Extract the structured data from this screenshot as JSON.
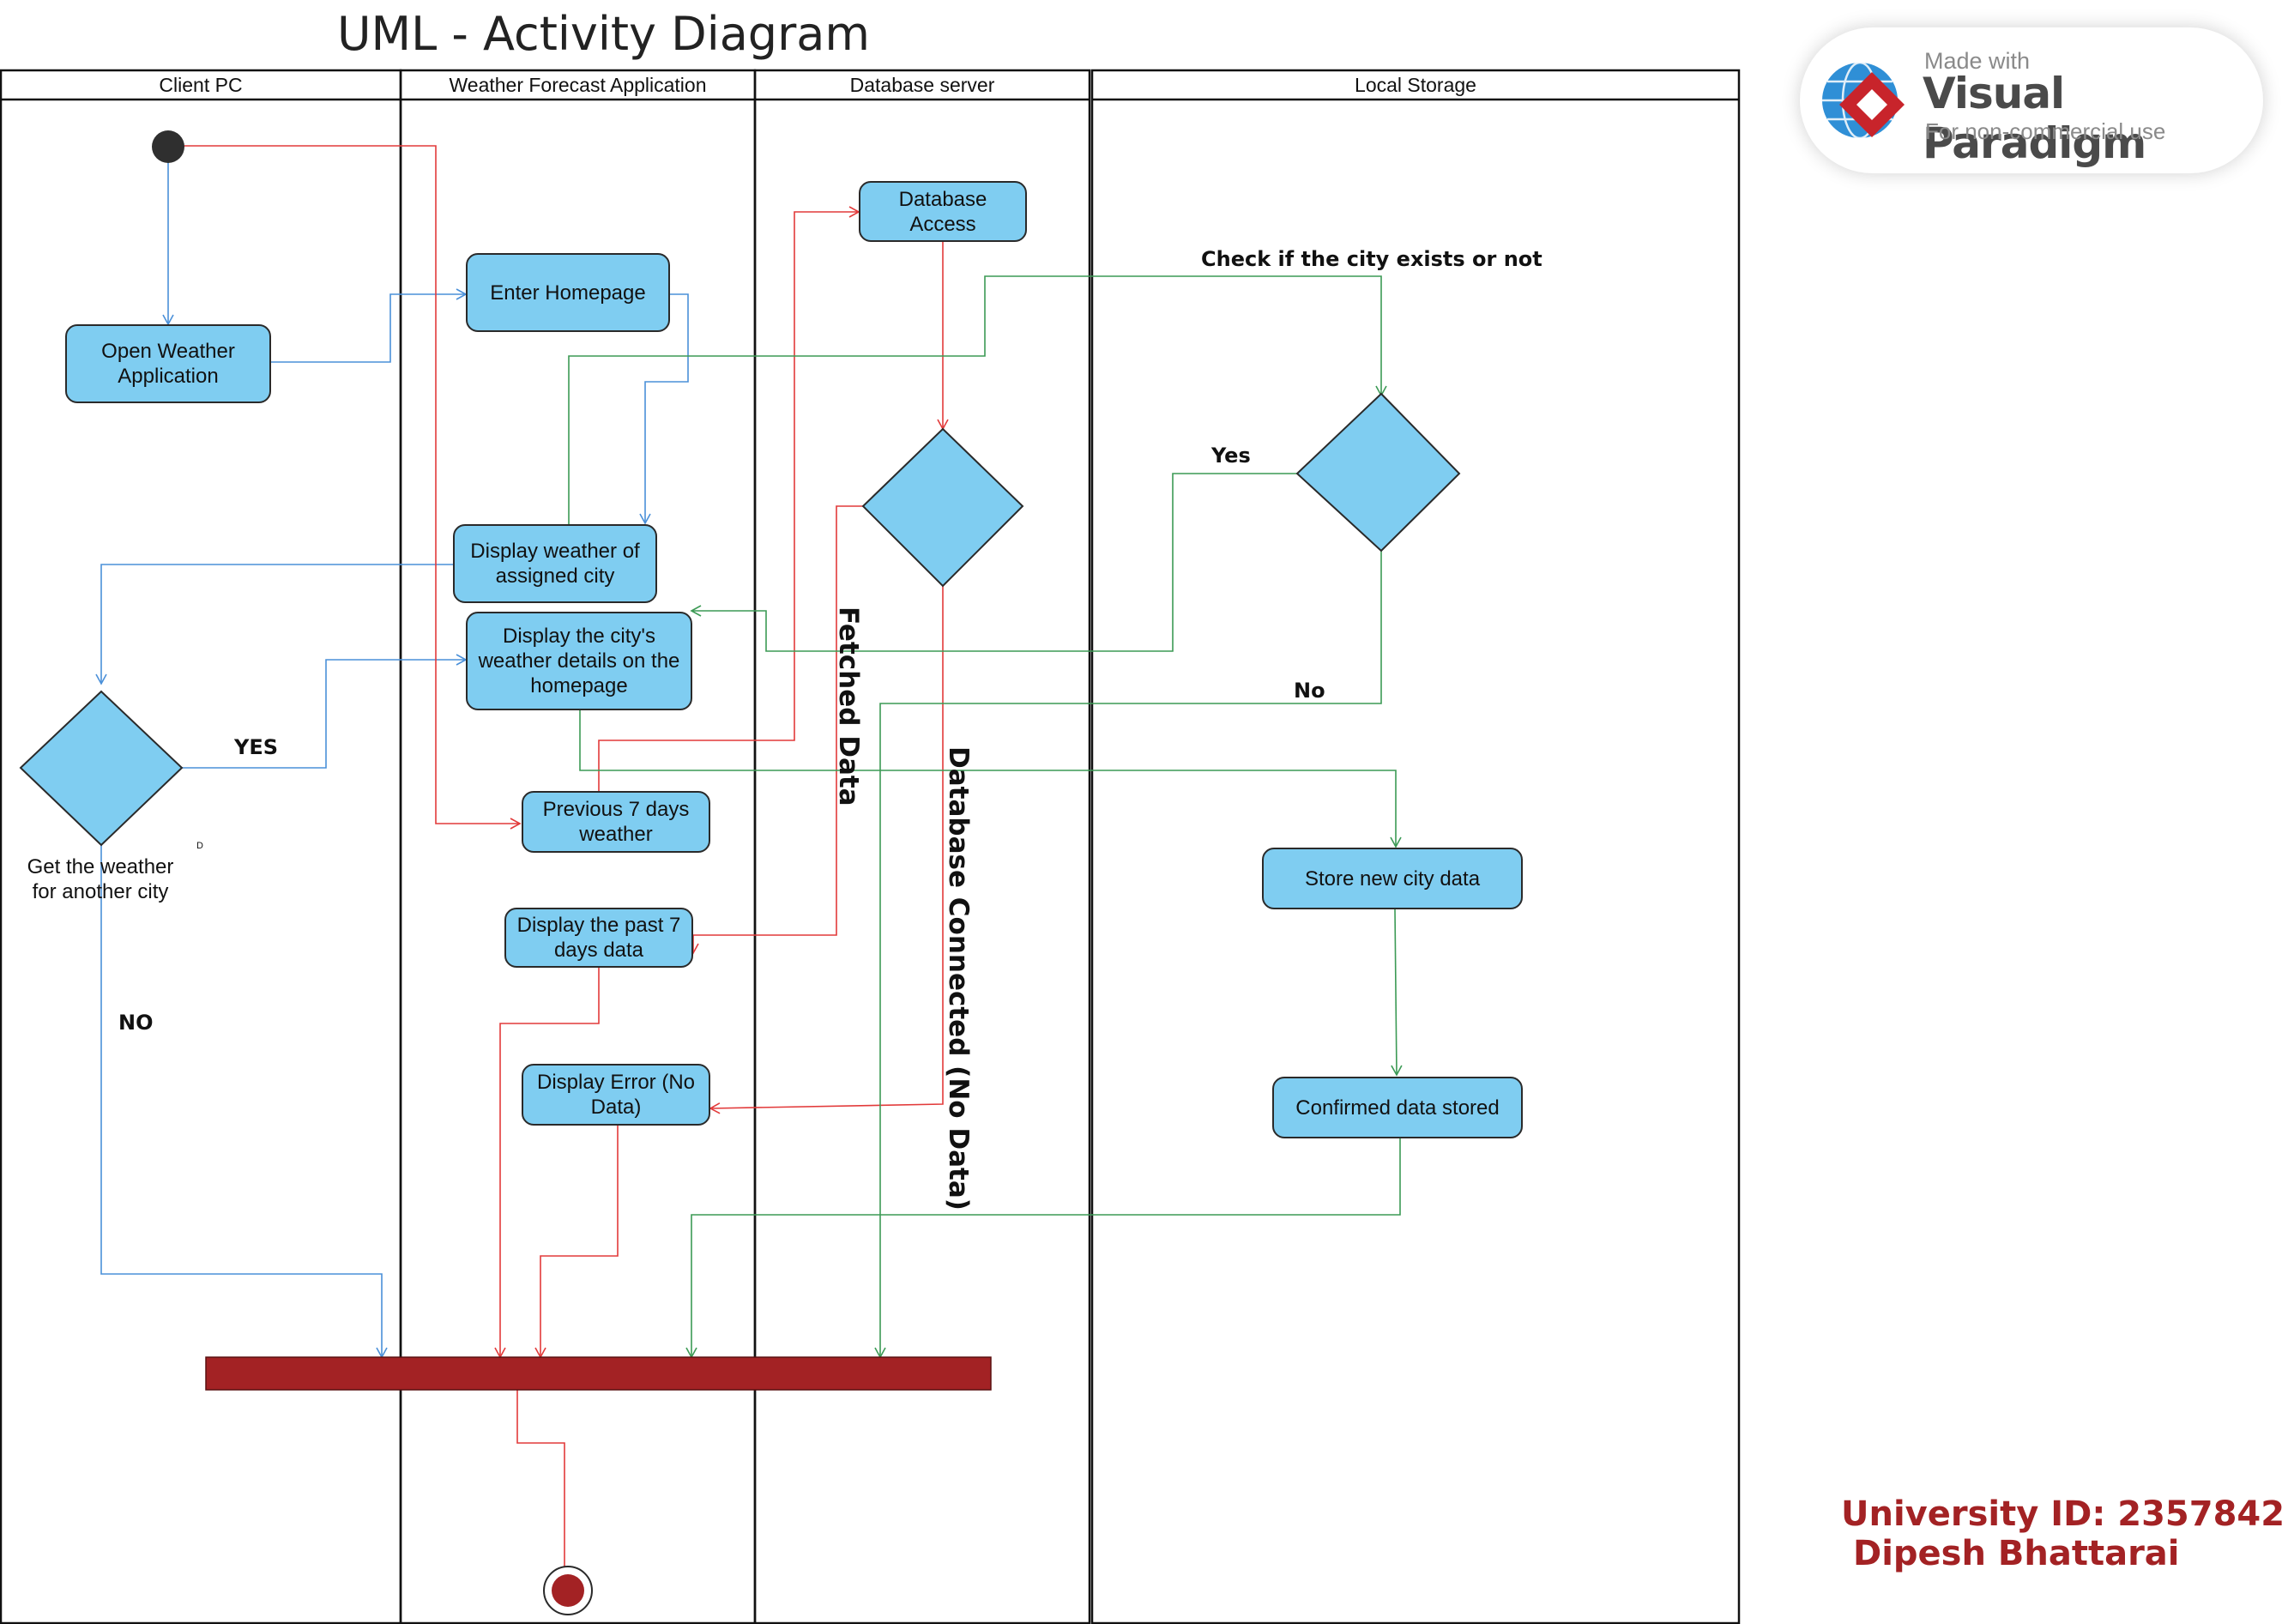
{
  "title": "UML - Activity Diagram",
  "lanes": [
    "Client PC",
    "Weather Forecast Application",
    "Database server",
    "Local Storage"
  ],
  "nodes": {
    "open_app": "Open Weather Application",
    "enter_homepage": "Enter Homepage",
    "display_assigned": "Display weather of assigned city",
    "display_city_details": "Display the city's weather details on the homepage",
    "previous_7_days": "Previous 7 days weather",
    "display_past_7": "Display the past 7 days data",
    "display_error": "Display Error (No Data)",
    "database_access": "Database Access",
    "store_new_city": "Store new city data",
    "confirmed_stored": "Confirmed data stored"
  },
  "labels": {
    "check_city": "Check if the city exists or not",
    "yes_storage": "Yes",
    "no_storage": "No",
    "yes_client": "YES",
    "no_client": "NO",
    "get_weather_another": "Get the weather for another city",
    "small_d": "D",
    "fetched_data": "Fetched Data",
    "db_connected_no_data": "Database Connected (No Data)"
  },
  "badge": {
    "made_with": "Made with",
    "brand": "Visual Paradigm",
    "subtitle": "For non-commercial use"
  },
  "footer": {
    "university_id": "University ID: 2357842",
    "name": "Dipesh Bhattarai"
  },
  "colors": {
    "node_fill": "#7fcdf1",
    "sync_bar": "#a32224",
    "flow_blue": "#4a90d9",
    "flow_red": "#e23a3a",
    "flow_green": "#3c9a55",
    "footer_text": "#a32224"
  }
}
